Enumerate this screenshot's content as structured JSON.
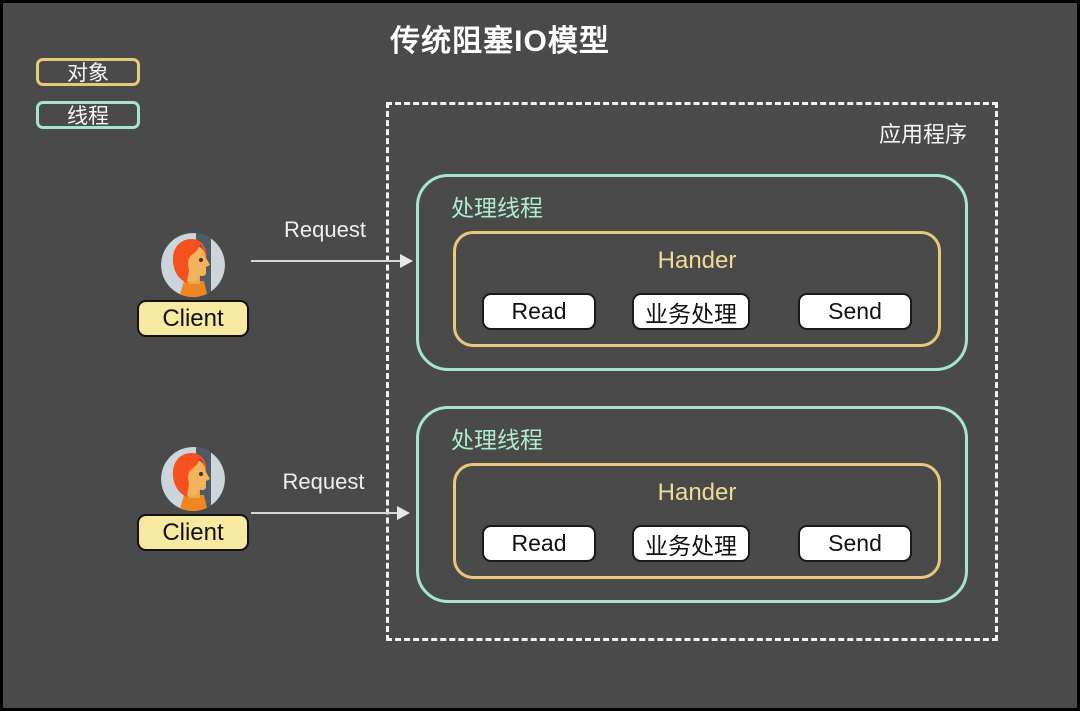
{
  "title": "传统阻塞IO模型",
  "legend": {
    "object": {
      "label": "对象",
      "border_color": "#e9c87d"
    },
    "thread": {
      "label": "线程",
      "border_color": "#a3e6c9"
    }
  },
  "app_box": {
    "label": "应用程序"
  },
  "threads": [
    {
      "label": "处理线程",
      "handler": {
        "label": "Hander",
        "steps": [
          "Read",
          "业务处理",
          "Send"
        ]
      }
    },
    {
      "label": "处理线程",
      "handler": {
        "label": "Hander",
        "steps": [
          "Read",
          "业务处理",
          "Send"
        ]
      }
    }
  ],
  "clients": [
    {
      "label": "Client",
      "request_label": "Request"
    },
    {
      "label": "Client",
      "request_label": "Request"
    }
  ],
  "colors": {
    "background": "#4a4a4a",
    "frame_border": "#000000",
    "object_accent": "#e9c87d",
    "thread_accent": "#a3e6c9",
    "handler_title_text": "#f0da96",
    "dashed_border": "#f2f2f2",
    "client_label_fill": "#f8e9a1",
    "step_button_fill": "#ffffff",
    "light_text": "#f5f5f5",
    "arrow": "#d6d6d6",
    "avatar_bg": "#ccd5db",
    "avatar_stripe": "#4e5a64",
    "avatar_hair": "#f4511e",
    "avatar_skin": "#f2b35c",
    "avatar_shirt": "#ee8722"
  }
}
